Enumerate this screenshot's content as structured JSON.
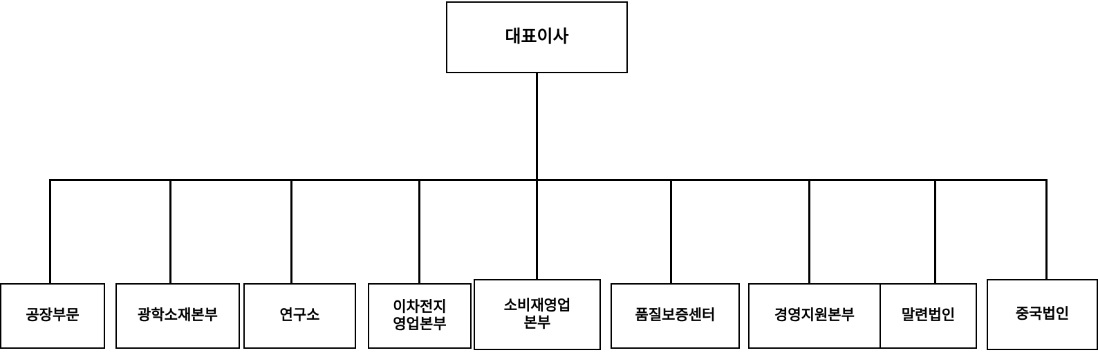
{
  "chart": {
    "type": "org-chart",
    "title": "",
    "root": {
      "id": "ceo",
      "label": "대표이사"
    },
    "children": [
      {
        "id": "factory-division",
        "label": "공장부문"
      },
      {
        "id": "optical-materials-hq",
        "label": "광학소재본부"
      },
      {
        "id": "research-institute",
        "label": "연구소"
      },
      {
        "id": "secondary-battery-sales-hq",
        "label": "이차전지\n영업본부"
      },
      {
        "id": "consumer-goods-sales-hq",
        "label": "소비재영업\n본부"
      },
      {
        "id": "quality-assurance-center",
        "label": "품질보증센터"
      },
      {
        "id": "management-support-hq",
        "label": "경영지원본부"
      },
      {
        "id": "malaysia-corporation",
        "label": "말련법인"
      },
      {
        "id": "china-corporation",
        "label": "중국법인"
      }
    ],
    "colors": {
      "line": "#000000",
      "box_fill": "#ffffff",
      "text": "#000000",
      "background": "#ffffff"
    }
  }
}
